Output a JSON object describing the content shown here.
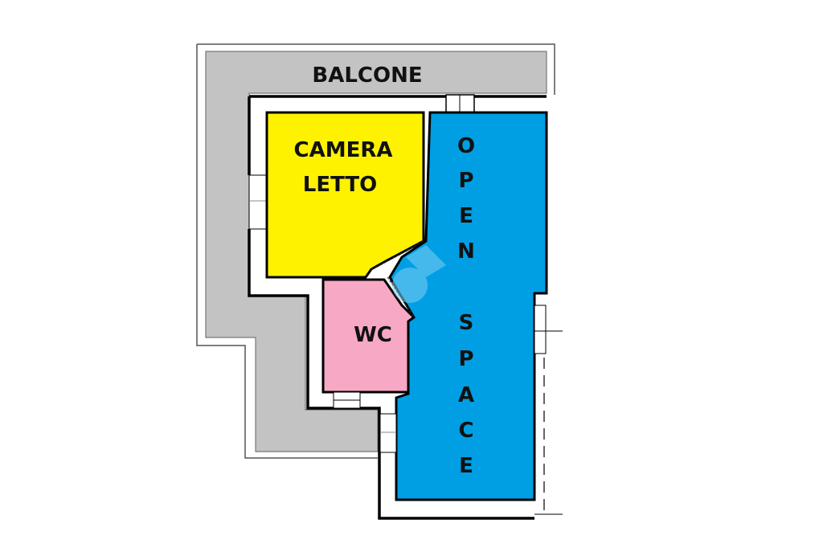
{
  "diagram": {
    "type": "floor-plan",
    "rooms": [
      {
        "id": "balcone",
        "label": "BALCONE",
        "color": "#c3c3c3"
      },
      {
        "id": "camera-letto",
        "label_lines": [
          "CAMERA",
          "LETTO"
        ],
        "color": "#fff200"
      },
      {
        "id": "wc",
        "label": "WC",
        "color": "#f7a8c4"
      },
      {
        "id": "open-space",
        "label_letters": [
          "O",
          "P",
          "E",
          "N",
          "",
          "S",
          "P",
          "A",
          "C",
          "E"
        ],
        "label": "OPEN SPACE",
        "color": "#009fe3"
      }
    ],
    "colors": {
      "wall": "#000000",
      "outline": "#555555",
      "watermark": "#5ec2f0"
    }
  }
}
